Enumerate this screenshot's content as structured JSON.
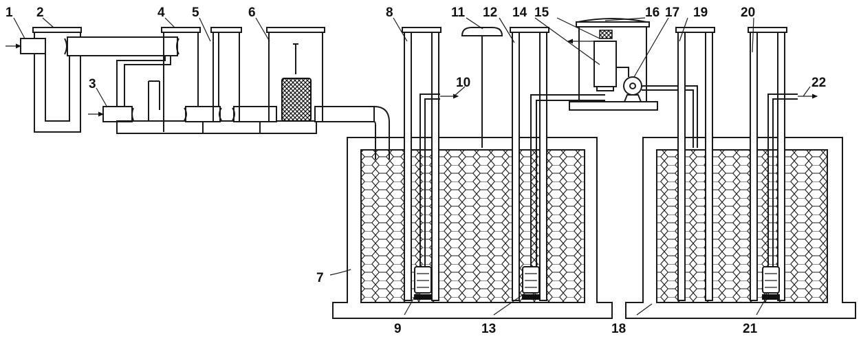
{
  "labels": {
    "l1": "1",
    "l2": "2",
    "l3": "3",
    "l4": "4",
    "l5": "5",
    "l6": "6",
    "l7": "7",
    "l8": "8",
    "l9": "9",
    "l10": "10",
    "l11": "11",
    "l12": "12",
    "l13": "13",
    "l14": "14",
    "l15": "15",
    "l16": "16",
    "l17": "17",
    "l18": "18",
    "l19": "19",
    "l20": "20",
    "l21": "21",
    "l22": "22"
  },
  "colors": {
    "line": "#1a1a1a",
    "background": "#ffffff"
  }
}
